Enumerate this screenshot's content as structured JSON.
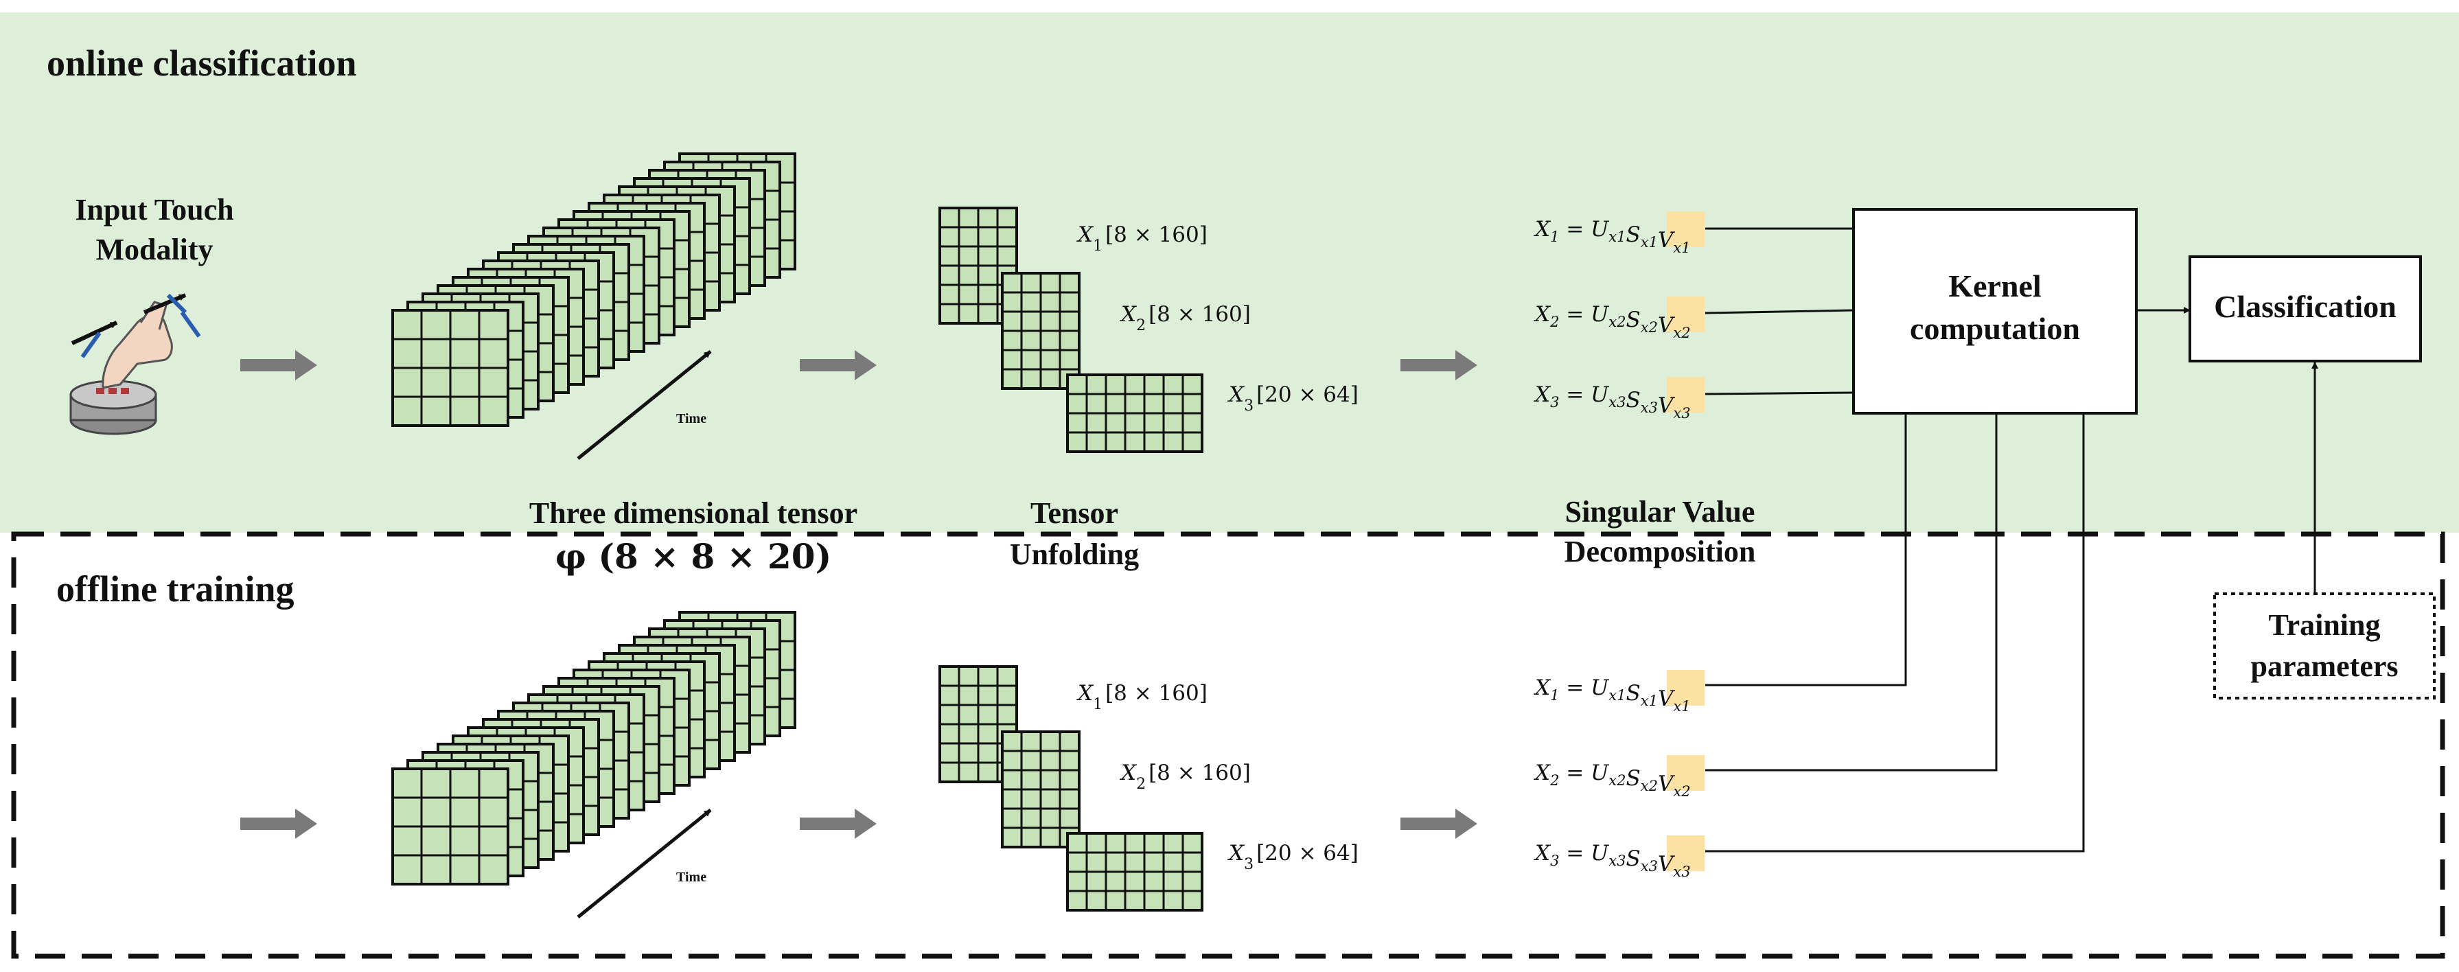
{
  "colors": {
    "online_bg": "#ddefd9",
    "cell_fill": "#c6e2b8",
    "grid_stroke": "#111111",
    "arrow_fill": "#7a7a7a",
    "highlight": "#fbe1a4"
  },
  "sections": {
    "online_title": "online classification",
    "offline_title": "offline training"
  },
  "input": {
    "label_line1": "Input Touch",
    "label_line2": "Modality",
    "icon": "finger-pressing-touch-sensor-icon"
  },
  "tensor": {
    "time_label": "Time",
    "caption_line1": "Three dimensional tensor",
    "caption_line2": "φ (8 × 8 × 20)"
  },
  "unfolding": {
    "caption_line1": "Tensor",
    "caption_line2": "Unfolding",
    "x1": {
      "name": "X",
      "sub": "1",
      "dims": "[8 × 160]"
    },
    "x2": {
      "name": "X",
      "sub": "2",
      "dims": "[8 × 160]"
    },
    "x3": {
      "name": "X",
      "sub": "3",
      "dims": "[20 × 64]"
    }
  },
  "svd": {
    "caption_line1": "Singular Value",
    "caption_line2": "Decomposition",
    "eq1": {
      "lhs": "X",
      "lhs_sub": "1",
      "u_sub": "x1",
      "s_sub": "x1",
      "v_sub": "x1"
    },
    "eq2": {
      "lhs": "X",
      "lhs_sub": "2",
      "u_sub": "x2",
      "s_sub": "x2",
      "v_sub": "x2"
    },
    "eq3": {
      "lhs": "X",
      "lhs_sub": "3",
      "u_sub": "x3",
      "s_sub": "x3",
      "v_sub": "x3"
    }
  },
  "kernel": {
    "line1": "Kernel",
    "line2": "computation"
  },
  "classification": {
    "label": "Classification"
  },
  "training": {
    "line1": "Training",
    "line2": "parameters"
  }
}
